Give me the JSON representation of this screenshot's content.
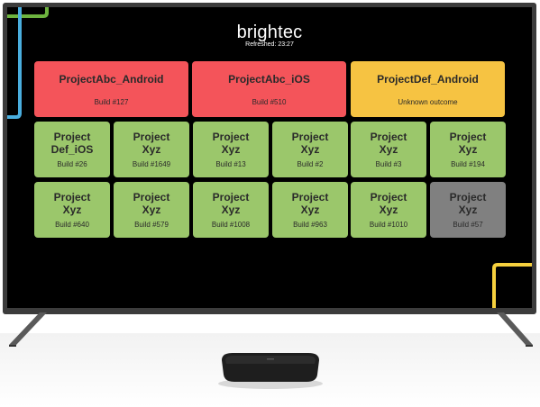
{
  "header": {
    "brand": "brightec",
    "refreshed": "Refreshed: 23:27"
  },
  "colors": {
    "failed": "#f4545a",
    "unknown": "#f6c342",
    "passed": "#9bc76b",
    "disabled": "#808080",
    "accent_green": "#6db33f",
    "accent_blue": "#4aaede",
    "accent_yellow": "#f6d03e"
  },
  "top_row": [
    {
      "name": "ProjectAbc_Android",
      "status_text": "Build #127",
      "status": "failed"
    },
    {
      "name": "ProjectAbc_iOS",
      "status_text": "Build #510",
      "status": "failed"
    },
    {
      "name": "ProjectDef_Android",
      "status_text": "Unknown outcome",
      "status": "unknown"
    }
  ],
  "grid": [
    {
      "line1": "Project",
      "line2": "Def_iOS",
      "build": "Build #26",
      "status": "passed"
    },
    {
      "line1": "Project",
      "line2": "Xyz",
      "build": "Build #1649",
      "status": "passed"
    },
    {
      "line1": "Project",
      "line2": "Xyz",
      "build": "Build #13",
      "status": "passed"
    },
    {
      "line1": "Project",
      "line2": "Xyz",
      "build": "Build #2",
      "status": "passed"
    },
    {
      "line1": "Project",
      "line2": "Xyz",
      "build": "Build #3",
      "status": "passed"
    },
    {
      "line1": "Project",
      "line2": "Xyz",
      "build": "Build #194",
      "status": "passed"
    },
    {
      "line1": "Project",
      "line2": "Xyz",
      "build": "Build #640",
      "status": "passed"
    },
    {
      "line1": "Project",
      "line2": "Xyz",
      "build": "Build #579",
      "status": "passed"
    },
    {
      "line1": "Project",
      "line2": "Xyz",
      "build": "Build #1008",
      "status": "passed"
    },
    {
      "line1": "Project",
      "line2": "Xyz",
      "build": "Build #963",
      "status": "passed"
    },
    {
      "line1": "Project",
      "line2": "Xyz",
      "build": "Build #1010",
      "status": "passed"
    },
    {
      "line1": "Project",
      "line2": "Xyz",
      "build": "Build #57",
      "status": "disabled"
    }
  ]
}
